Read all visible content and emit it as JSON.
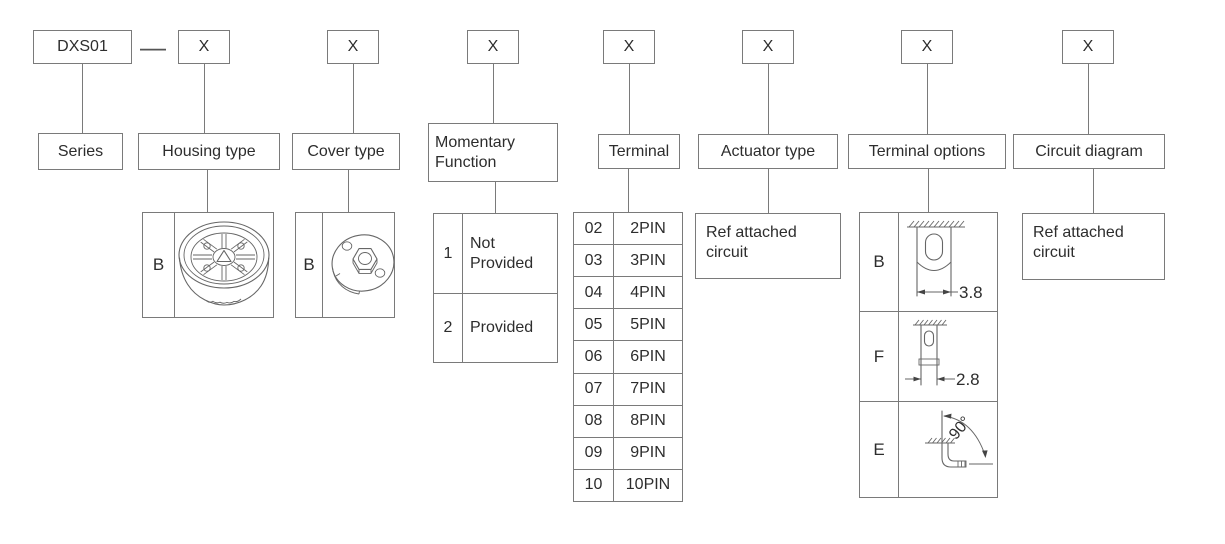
{
  "code_row": {
    "series_code": "DXS01",
    "separator": "—",
    "digits": [
      {
        "symbol": "X"
      },
      {
        "symbol": "X"
      },
      {
        "symbol": "X"
      },
      {
        "symbol": "X"
      },
      {
        "symbol": "X"
      },
      {
        "symbol": "X"
      },
      {
        "symbol": "X"
      }
    ]
  },
  "series": {
    "label": "Series"
  },
  "housing": {
    "label": "Housing type",
    "options": [
      {
        "code": "B",
        "drawing": "round-ribbed-housing-3d-view"
      }
    ]
  },
  "cover": {
    "label": "Cover type",
    "options": [
      {
        "code": "B",
        "drawing": "round-cover-with-hex-nut-3d-view"
      }
    ]
  },
  "momentary": {
    "label": "Momentary Function",
    "options": [
      {
        "code": "1",
        "desc": "Not Provided"
      },
      {
        "code": "2",
        "desc": "Provided"
      }
    ]
  },
  "terminal": {
    "label": "Terminal",
    "options": [
      {
        "code": "02",
        "desc": "2PIN"
      },
      {
        "code": "03",
        "desc": "3PIN"
      },
      {
        "code": "04",
        "desc": "4PIN"
      },
      {
        "code": "05",
        "desc": "5PIN"
      },
      {
        "code": "06",
        "desc": "6PIN"
      },
      {
        "code": "07",
        "desc": "7PIN"
      },
      {
        "code": "08",
        "desc": "8PIN"
      },
      {
        "code": "09",
        "desc": "9PIN"
      },
      {
        "code": "10",
        "desc": "10PIN"
      }
    ]
  },
  "actuator": {
    "label": "Actuator type",
    "note": "Ref attached circuit"
  },
  "terminal_options": {
    "label": "Terminal options",
    "options": [
      {
        "code": "B",
        "dim": "3.8",
        "drawing": "wide-flat-terminal-with-hole"
      },
      {
        "code": "F",
        "dim": "2.8",
        "drawing": "narrow-terminal-with-hole"
      },
      {
        "code": "E",
        "dim": "90°",
        "drawing": "right-angle-bent-terminal"
      }
    ]
  },
  "circuit": {
    "label": "Circuit diagram",
    "note": "Ref attached circuit"
  },
  "colors": {
    "line": "#7a7a7a",
    "text": "#2d2d2d",
    "background": "#ffffff"
  }
}
